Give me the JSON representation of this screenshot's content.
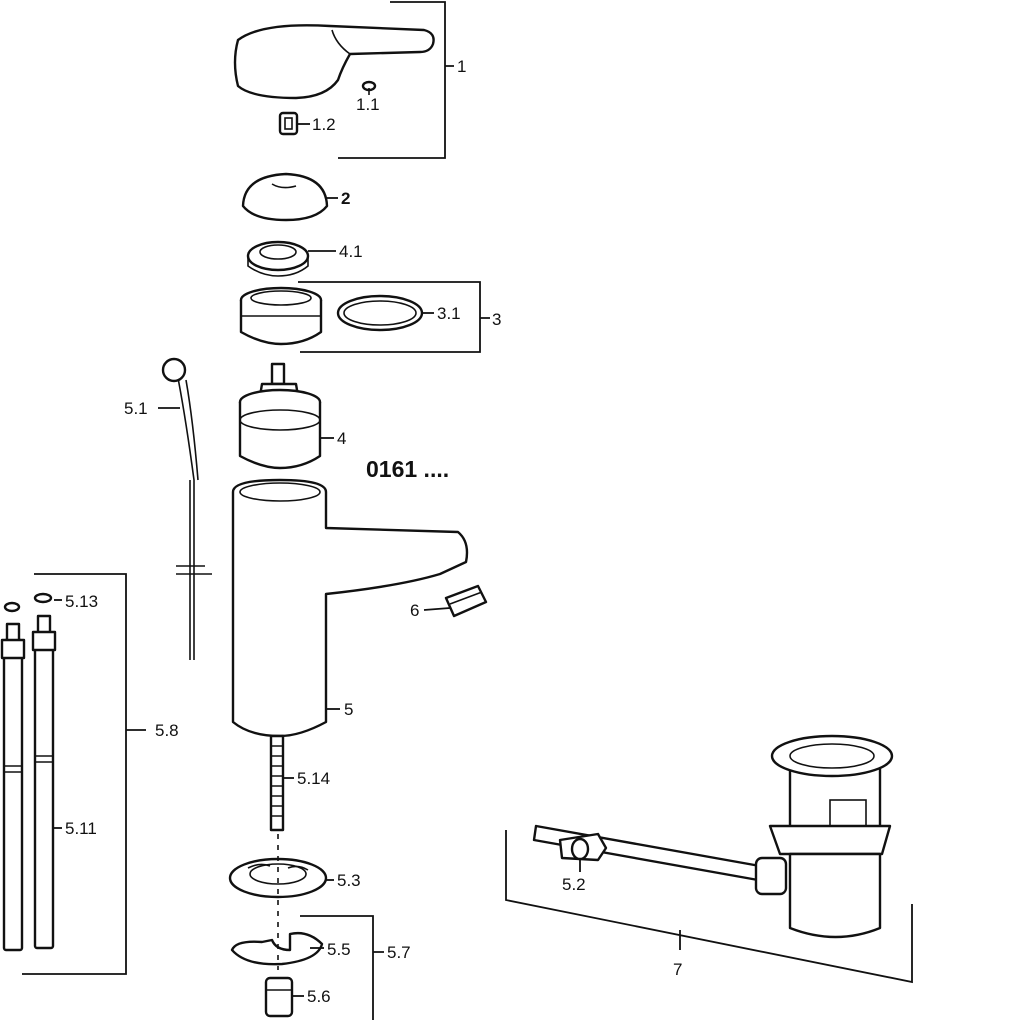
{
  "model_number": "0161 ....",
  "labels": {
    "p1": "1",
    "p1_1": "1.1",
    "p1_2": "1.2",
    "p2": "2",
    "p4_1": "4.1",
    "p3_1": "3.1",
    "p3": "3",
    "p5_1": "5.1",
    "p4": "4",
    "p5_13": "5.13",
    "p6": "6",
    "p5_8": "5.8",
    "p5": "5",
    "p5_14": "5.14",
    "p5_11": "5.11",
    "p5_3": "5.3",
    "p5_2": "5.2",
    "p5_5": "5.5",
    "p5_7": "5.7",
    "p5_6": "5.6",
    "p7": "7"
  },
  "colors": {
    "ink": "#111111",
    "background": "#ffffff"
  }
}
